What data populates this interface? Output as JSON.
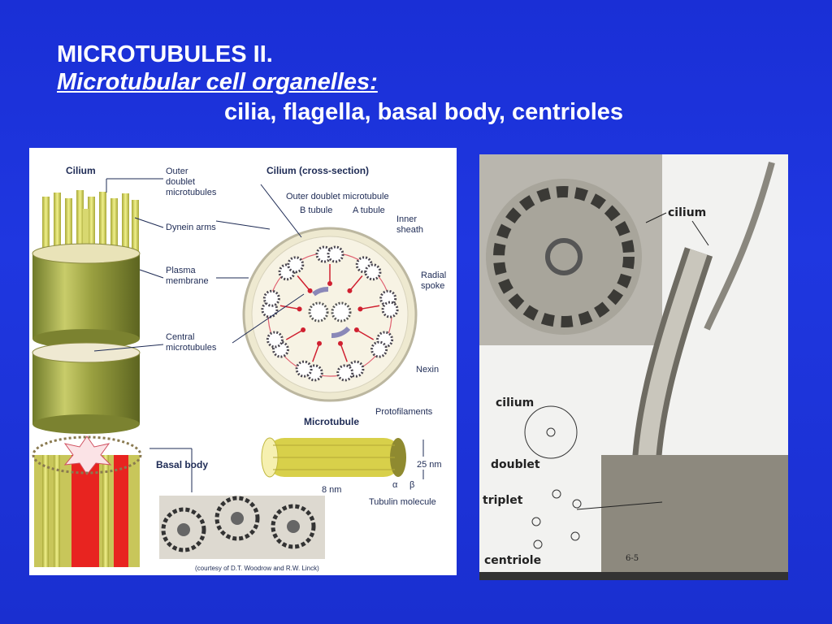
{
  "slide": {
    "title_line1": "MICROTUBULES II.",
    "title_line2": "Microtubular cell organelles:",
    "title_line3": "cilia, flagella, basal body, centrioles"
  },
  "left_figure": {
    "cilium": "Cilium",
    "outer_doublet": [
      "Outer",
      "doublet",
      "microtubules"
    ],
    "dynein_arms": "Dynein arms",
    "plasma_membrane": [
      "Plasma",
      "membrane"
    ],
    "central_microtubules": [
      "Central",
      "microtubules"
    ],
    "cross_section": "Cilium (cross-section)",
    "outer_doublet_microtubule": "Outer doublet microtubule",
    "b_tubule": "B tubule",
    "a_tubule": "A tubule",
    "inner_sheath": [
      "Inner",
      "sheath"
    ],
    "radial_spoke": [
      "Radial",
      "spoke"
    ],
    "nexin": "Nexin",
    "protofilaments": "Protofilaments",
    "microtubule": "Microtubule",
    "size_25nm": "25 nm",
    "size_8nm": "8 nm",
    "alpha": "α",
    "beta": "β",
    "tubulin_molecule": "Tubulin molecule",
    "basal_body": "Basal body",
    "courtesy": "(courtesy of D.T. Woodrow and R.W. Linck)"
  },
  "right_figure": {
    "cilium_top": "cilium",
    "cilium_left": "cilium",
    "doublet": "doublet",
    "triplet": "triplet",
    "centriole": "centriole",
    "plate_number": "6-5"
  }
}
